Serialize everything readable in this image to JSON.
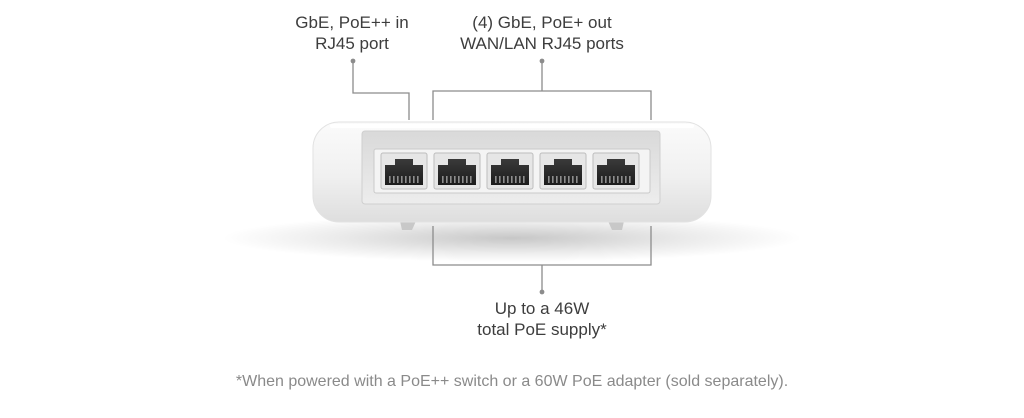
{
  "callouts": {
    "input_port": {
      "line1": "GbE, PoE++ in",
      "line2": "RJ45 port"
    },
    "output_ports": {
      "line1": "(4) GbE, PoE+ out",
      "line2": "WAN/LAN RJ45 ports"
    },
    "poe_supply": {
      "line1": "Up to a 46W",
      "line2": "total PoE supply*"
    }
  },
  "footnote": "*When powered with a PoE++ switch or a 60W PoE adapter (sold separately).",
  "device": {
    "port_count": 5
  },
  "colors": {
    "text": "#3d3d3d",
    "footnote": "#8a8a8a",
    "leader_line": "#8c8c8c",
    "housing": "#f2f2f2",
    "port": "#2a2a2a"
  }
}
